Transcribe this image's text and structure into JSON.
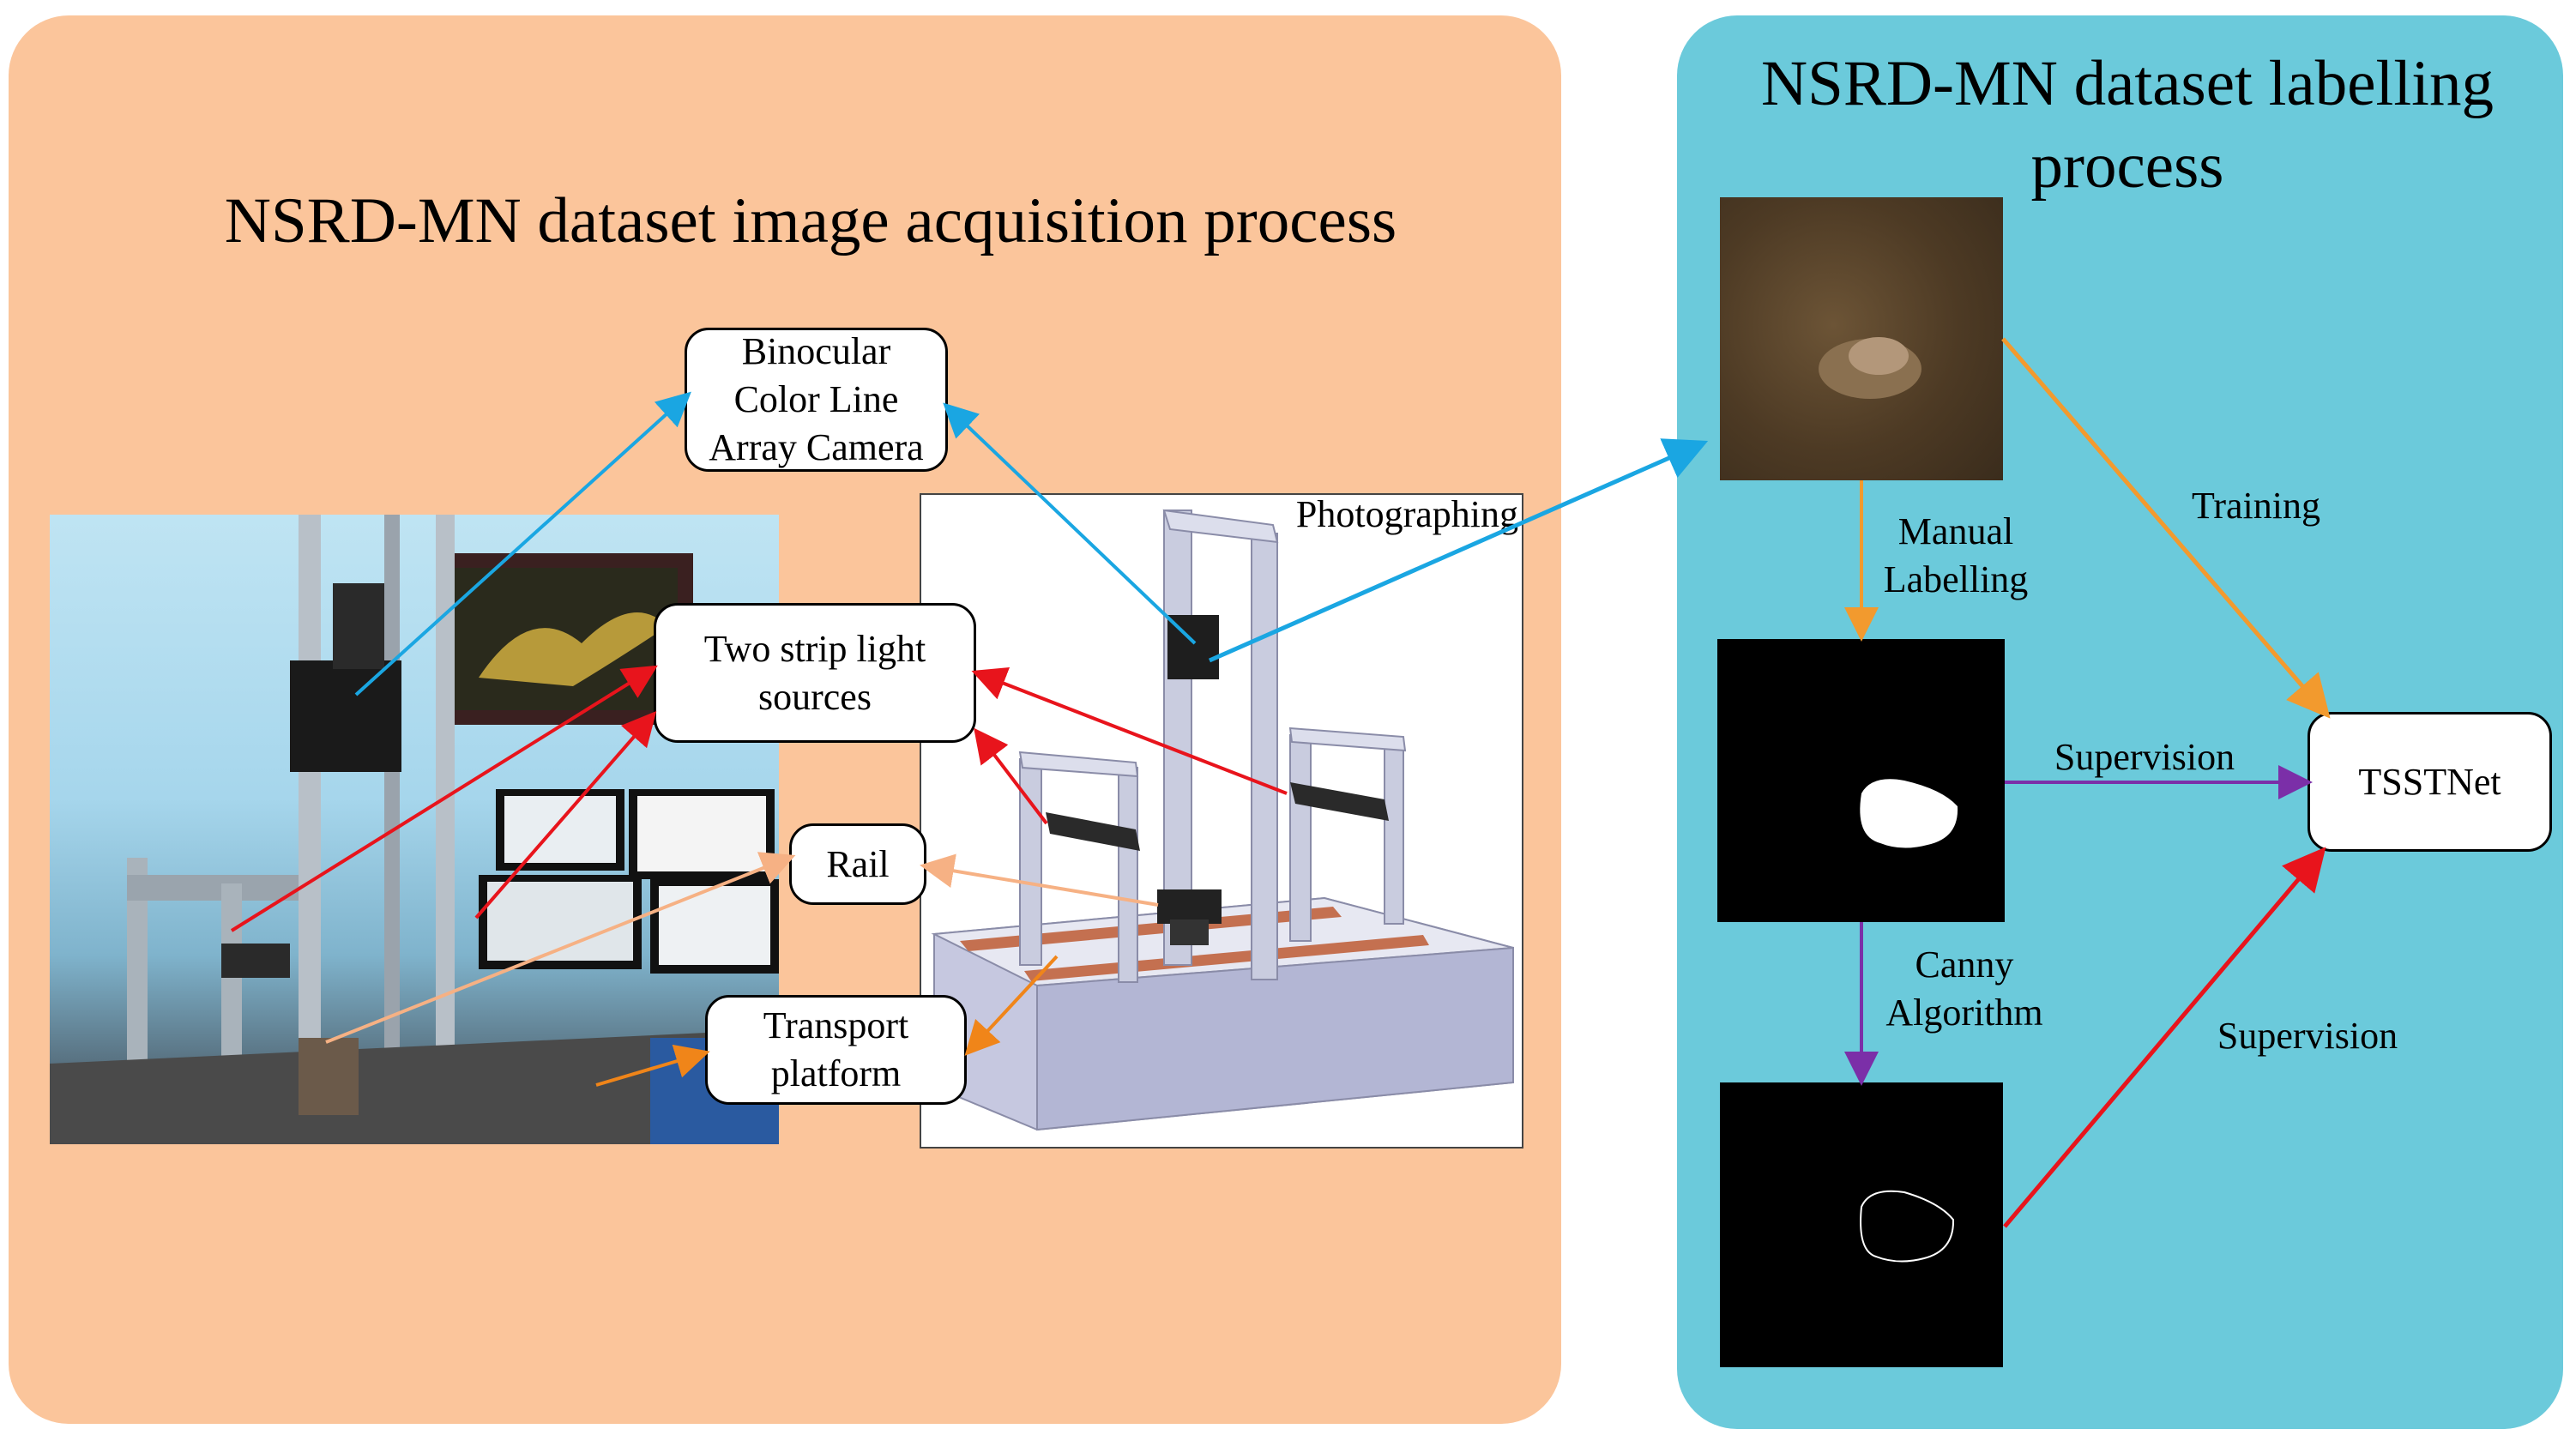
{
  "left_panel": {
    "title": "NSRD-MN dataset image acquisition process",
    "boxes": {
      "camera": "Binocular\nColor Line\nArray Camera",
      "light": "Two strip light\nsources",
      "rail": "Rail",
      "transport": "Transport\nplatform"
    },
    "photographing_label": "Photographing"
  },
  "right_panel": {
    "title": "NSRD-MN dataset labelling\nprocess",
    "labels": {
      "manual": "Manual\nLabelling",
      "training": "Training",
      "supervision_top": "Supervision",
      "canny": "Canny\nAlgorithm",
      "supervision_bottom": "Supervision"
    },
    "tsstnet": "TSSTNet"
  },
  "colors": {
    "left_bg": "#fbc59b",
    "right_bg": "#6bcadb",
    "camera_arrow": "#1aa6e2",
    "light_arrow": "#e8141c",
    "rail_arrow": "#f6b184",
    "transport_arrow": "#f08519",
    "training_arrow": "#f29a2e",
    "supervision_arrow": "#7b2fa8",
    "edge_arrow": "#e8141c"
  }
}
